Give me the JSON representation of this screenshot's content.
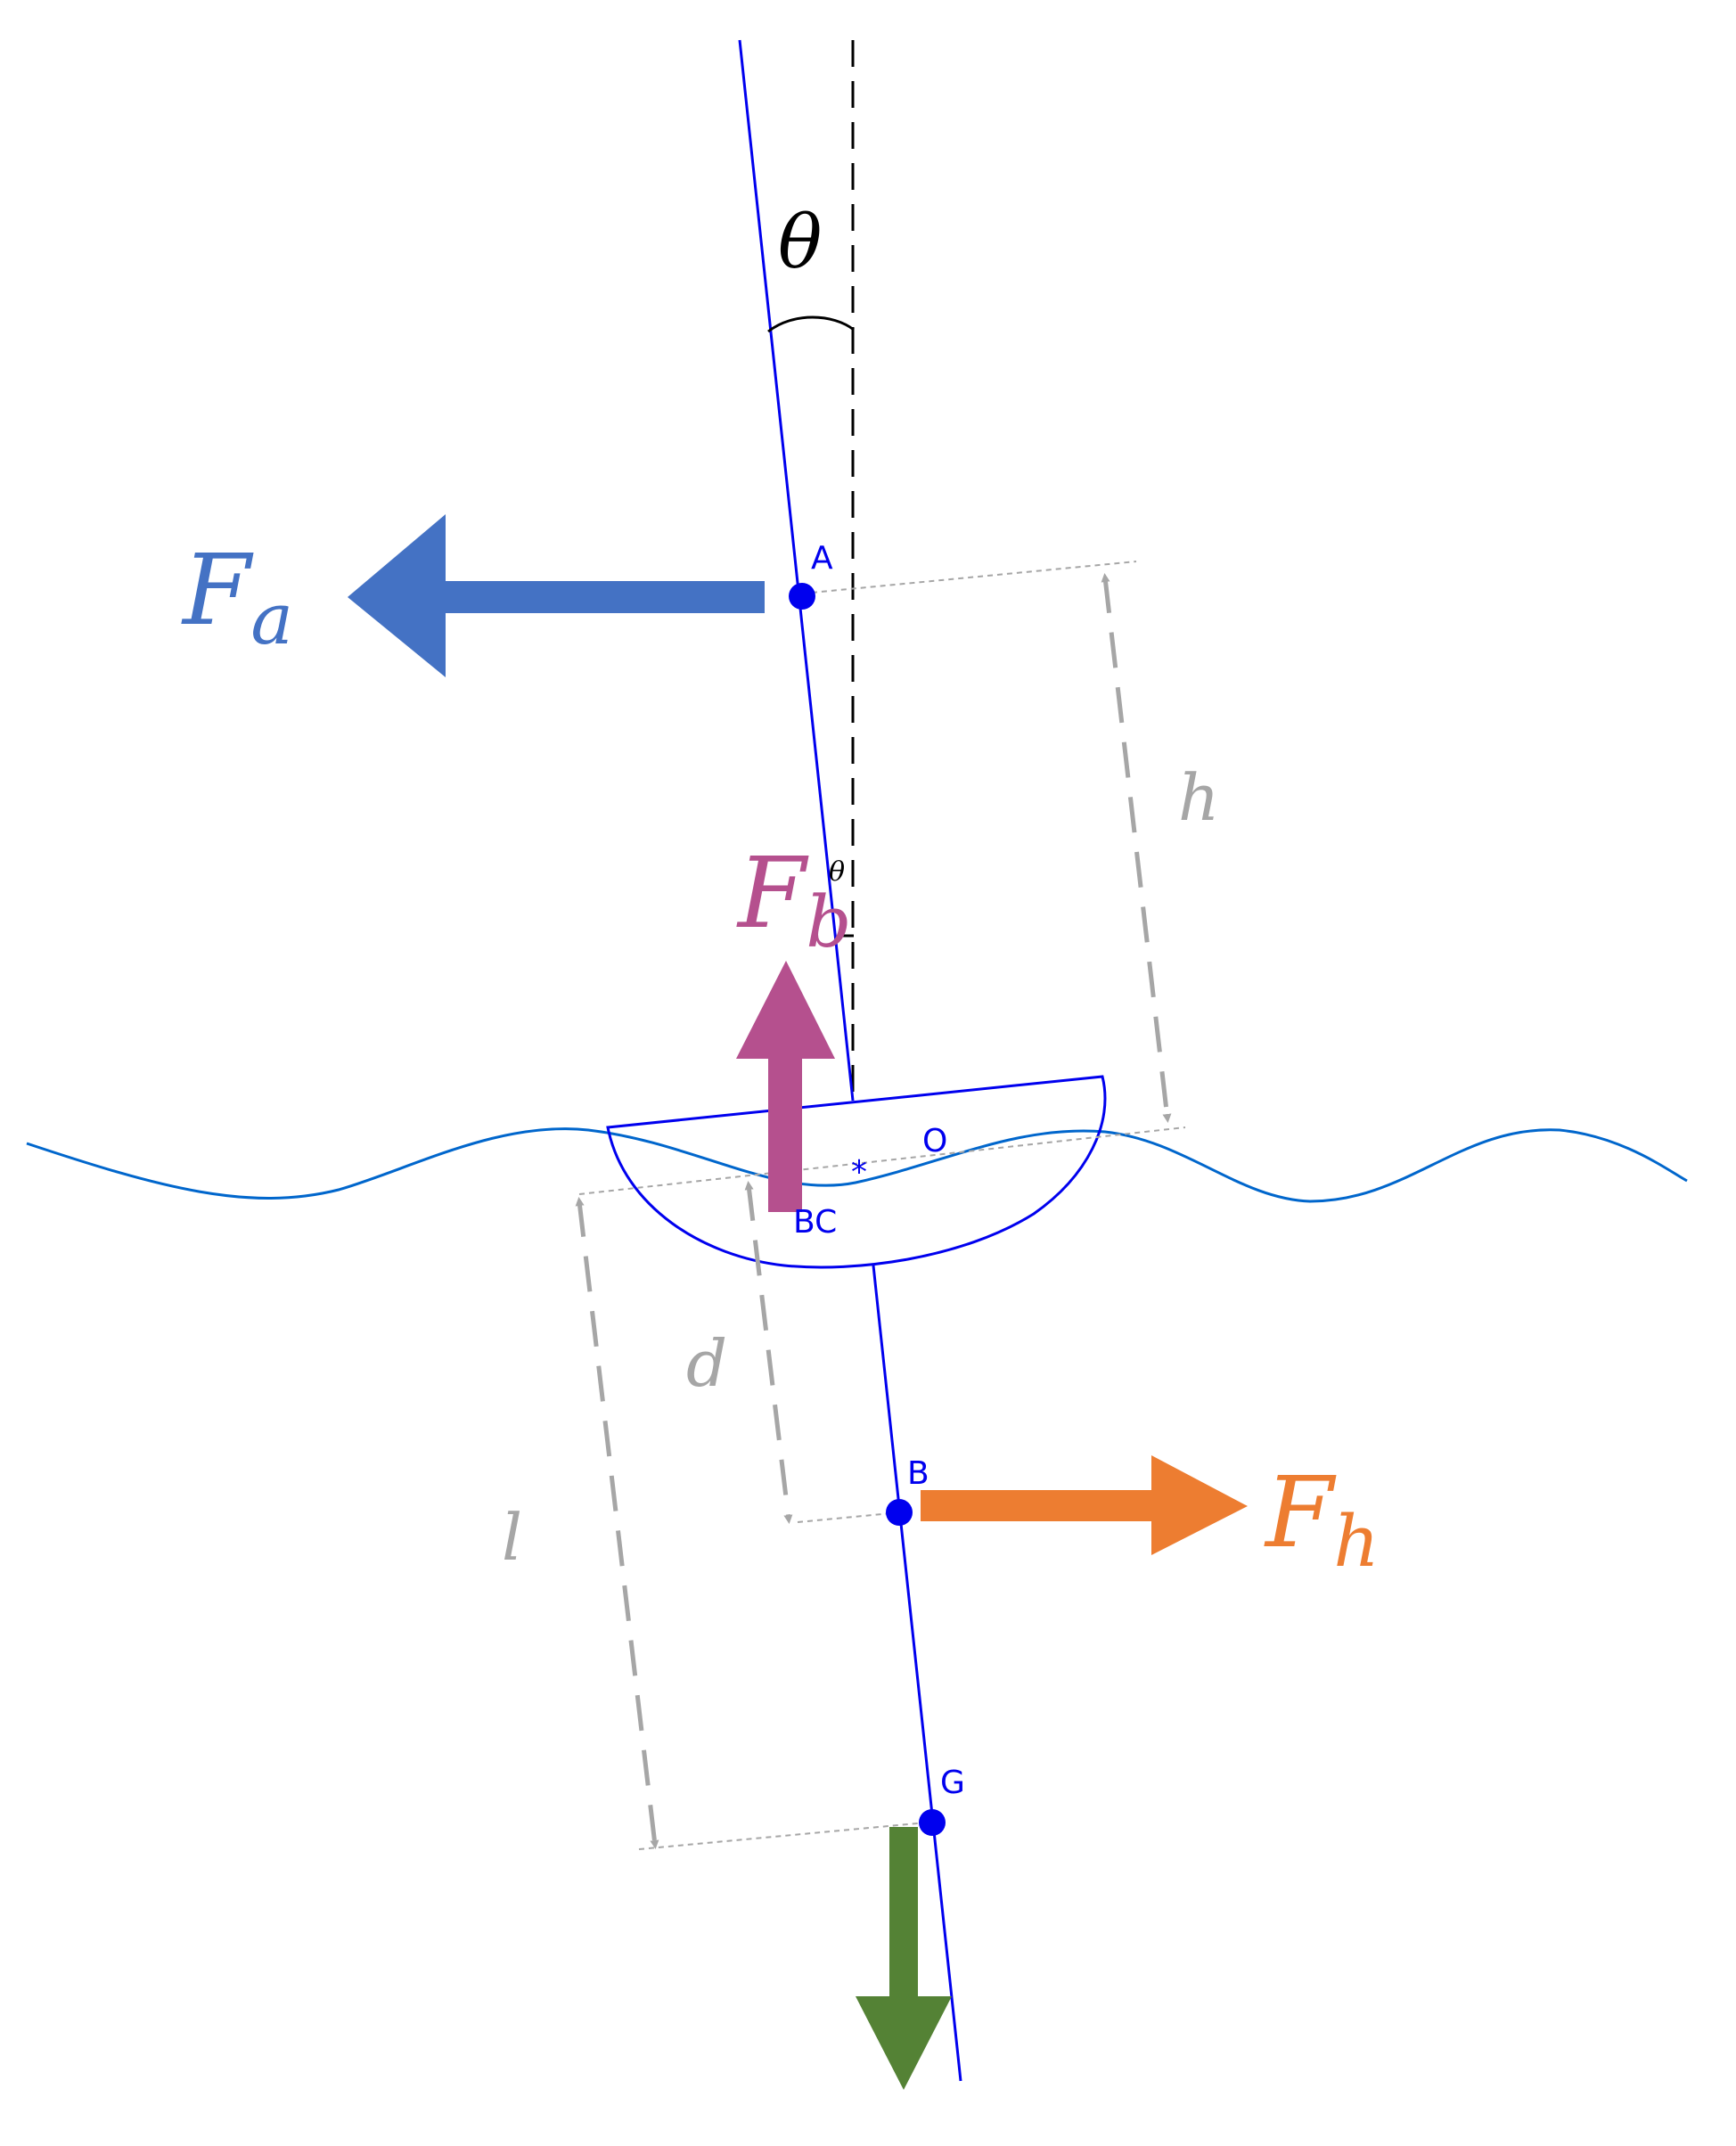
{
  "diagram": {
    "angle_symbol": "θ",
    "points": {
      "A": "A",
      "B": "B",
      "G": "G",
      "BC": "BC",
      "O": "O"
    },
    "forces": {
      "aero": {
        "base": "F",
        "sub": "a",
        "color": "#4472C4"
      },
      "buoyancy": {
        "base": "F",
        "sub": "b",
        "color": "#B5508E"
      },
      "hydro": {
        "base": "F",
        "sub": "h",
        "color": "#ED7D31"
      },
      "gravity": {
        "color": "#548235"
      }
    },
    "dimensions": {
      "h": "h",
      "d": "d",
      "l": "l"
    },
    "colors": {
      "mast": "#0000EE",
      "water": "#0066CC",
      "dimension": "#A6A6A6",
      "reference": "#000000"
    }
  }
}
